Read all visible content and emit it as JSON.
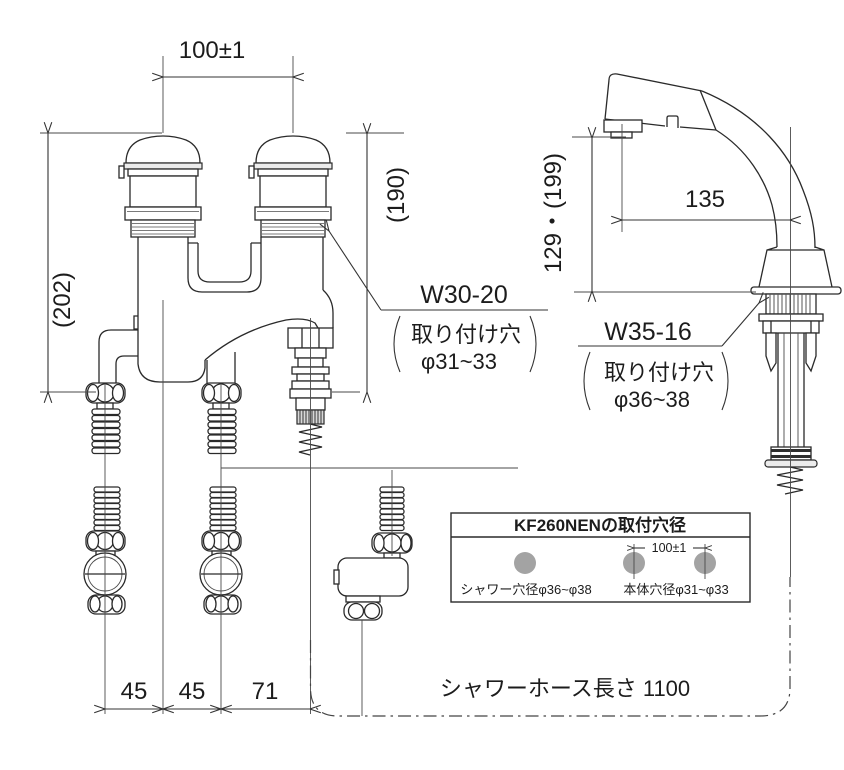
{
  "drawing": {
    "dims": {
      "top_width": "100±1",
      "left_height": "(202)",
      "right_height": "(190)",
      "spout_height": "129・(199)",
      "spout_reach": "135",
      "bottom_1": "45",
      "bottom_2": "45",
      "bottom_3": "71"
    },
    "labels": {
      "body_thread": "W30-20",
      "body_thread_note1": "取り付け穴",
      "body_thread_note2": "φ31~33",
      "shower_thread": "W35-16",
      "shower_thread_note1": "取り付け穴",
      "shower_thread_note2": "φ36~38",
      "hose_note": "シャワーホース長さ 1100"
    },
    "info_box": {
      "title": "KF260NENの取付穴径",
      "dim": "100±1",
      "left_label": "シャワー穴径φ36~φ38",
      "right_label": "本体穴径φ31~φ33"
    },
    "colors": {
      "line": "#2a2a2a",
      "hole_fill": "#a3a3a3",
      "background": "#ffffff"
    }
  }
}
